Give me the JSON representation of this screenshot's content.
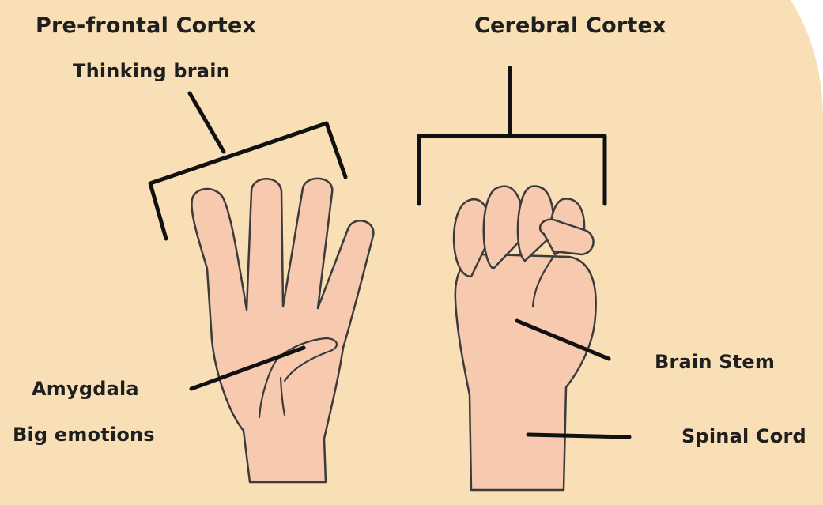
{
  "colors": {
    "background": "#f8dfb6",
    "outer": "#ffffff",
    "skin": "#f7c9ae",
    "outline": "#3b3b3b",
    "line": "#111111",
    "text": "#1f1f1f"
  },
  "labels": {
    "prefrontal_cortex": "Pre-frontal Cortex",
    "thinking_brain": "Thinking brain",
    "cerebral_cortex": "Cerebral Cortex",
    "amygdala": "Amygdala",
    "big_emotions": "Big emotions",
    "brain_stem": "Brain Stem",
    "spinal_cord": "Spinal Cord"
  }
}
